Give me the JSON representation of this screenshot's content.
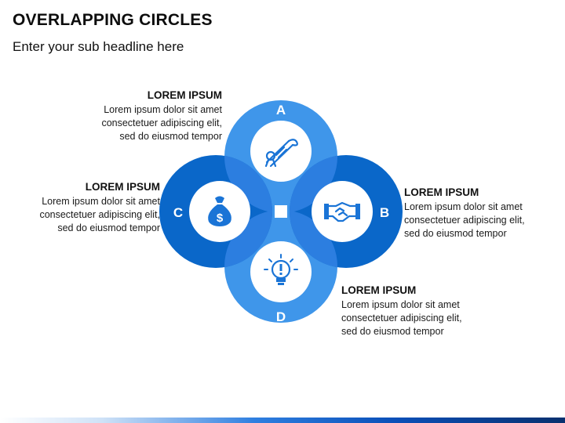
{
  "header": {
    "title": "OVERLAPPING CIRCLES",
    "subtitle": "Enter your sub headline here"
  },
  "items": [
    {
      "letter": "A",
      "heading": "LOREM IPSUM",
      "lines": [
        "Lorem ipsum dolor sit amet",
        "consectetuer adipiscing elit,",
        "sed do eiusmod tempor"
      ],
      "icon": "diploma-icon"
    },
    {
      "letter": "B",
      "heading": "LOREM IPSUM",
      "lines": [
        "Lorem ipsum dolor sit amet",
        "consectetuer adipiscing elit,",
        "sed do eiusmod tempor"
      ],
      "icon": "handshake-icon"
    },
    {
      "letter": "C",
      "heading": "LOREM IPSUM",
      "lines": [
        "Lorem ipsum dolor sit amet",
        "consectetuer adipiscing elit,",
        "sed do eiusmod tempor"
      ],
      "icon": "money-bag-icon"
    },
    {
      "letter": "D",
      "heading": "LOREM IPSUM",
      "lines": [
        "Lorem ipsum dolor sit amet",
        "consectetuer adipiscing elit,",
        "sed do eiusmod tempor"
      ],
      "icon": "lightbulb-icon"
    }
  ],
  "colors": {
    "light_blue": "#3f96ea",
    "dark_blue": "#0a67c9",
    "overlap_blue": "#2c7ee0",
    "icon_blue": "#1a74d6"
  }
}
